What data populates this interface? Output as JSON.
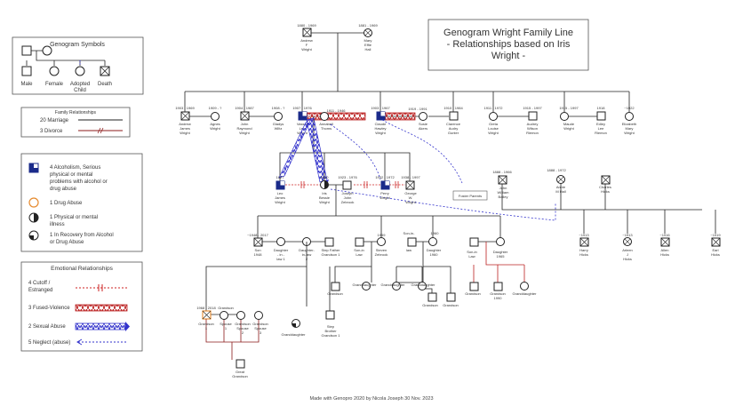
{
  "title": [
    "Genogram Wright Family Line",
    "- Relationships based on Iris",
    "Wright -"
  ],
  "footer": "Made with Genopro 2020 by Nicola Joseph 30 Nov. 2023",
  "legend_symbols": {
    "heading": "Genogram Symbols",
    "male": "Male",
    "female": "Female",
    "adopted": "Adopted",
    "child": "Child",
    "death": "Death"
  },
  "legend_family": {
    "heading": "Family Relationships",
    "marriage": "20 Marriage",
    "divorce": "3 Divorce"
  },
  "legend_health": {
    "alcohol": [
      "4 Alcoholism, Serious",
      "physical or mental",
      "problems with alcohol or",
      "drug abuse"
    ],
    "drug": [
      "1 Drug Abuse"
    ],
    "physical": [
      "1 Physical or mental",
      "illness"
    ],
    "recovery": [
      "1 In Recovery from Alcohol",
      "or Drug Abuse"
    ]
  },
  "legend_emotional": {
    "heading": "Emotional Relationships",
    "cutoff": [
      "4 Cutoff /",
      "Estranged"
    ],
    "fused": "3 Fused-Violence",
    "sexual": "2 Sexual Abuse",
    "neglect": "5 Neglect (abuse)"
  },
  "foster_parents": "Foster Parents",
  "people": {
    "andrew_f": [
      "1880 - 1969",
      "Andrew",
      "F",
      "Wright"
    ],
    "mary_e": [
      "1881 - 1969",
      "Mary",
      "Effie",
      "Hall"
    ],
    "andrew_j": [
      "1903 - 1969",
      "Andrew",
      "James",
      "Wright"
    ],
    "agnes": [
      "1909 - ?",
      "Agnes",
      "Wright"
    ],
    "john_r": [
      "1904 - 1987",
      "John",
      "Raymond",
      "Wright"
    ],
    "gladys": [
      "1908 - ?",
      "Gladys",
      "Wiltz"
    ],
    "vassar": [
      "1907 - 1976",
      "Vassar",
      "Leo",
      "Wright"
    ],
    "annabell": [
      "1911 - 1946",
      "Annabell",
      "Thoms"
    ],
    "claude": [
      "1903 - 1967",
      "Claude",
      "Hawley",
      "Wright"
    ],
    "susie": [
      "1919 - 1991",
      "Susie",
      "Akers"
    ],
    "clarence": [
      "1910 - 1984",
      "Clarence",
      "Audry",
      "Gunter"
    ],
    "greta": [
      "1911 - 1972",
      "Greta",
      "Louise",
      "Wright"
    ],
    "audrey": [
      "1915 - 1997",
      "Audrey",
      "Wilson",
      "Riemon"
    ],
    "maude": [
      "1915 - 1997",
      "Maude",
      "Wright"
    ],
    "edley": [
      "1918",
      "Edley",
      "Lee",
      "Riemon"
    ],
    "elizabeth": [
      "~1922",
      "Elizabeth",
      "Mary",
      "Wright"
    ],
    "leo": [
      "1927",
      "Leo",
      "James",
      "Wright"
    ],
    "iris": [
      "1930",
      "Iris",
      "Bessie",
      "Wright"
    ],
    "joseph": [
      "1923 - 1976",
      "Joseph",
      "John",
      "Zebrook"
    ],
    "perry": [
      "1932 - 1972",
      "Perry",
      "Wright"
    ],
    "george": [
      "1938 - 1997",
      "George",
      "W.",
      "Wright"
    ],
    "john_w": [
      "1888 - 1966",
      "John",
      "William",
      "Bailey"
    ],
    "annie": [
      "1888 - 1972",
      "Annie",
      "M Hall"
    ],
    "charles": [
      "Charles",
      "Hicks"
    ],
    "son": [
      "~1948 - 2017",
      "Son",
      "1948"
    ],
    "dil1": [
      "Daughter",
      "- in -",
      "law 1"
    ],
    "dil2": [
      "Daughter-",
      "in-law",
      "2"
    ],
    "stepfather": [
      "Step Father",
      "Grandson 1"
    ],
    "soninlaw": [
      "Son-in",
      "Law"
    ],
    "steven": [
      "1959",
      "Steven",
      "Zebrook"
    ],
    "soninlaw2": [
      "Son-in-",
      "law"
    ],
    "daughter1960": [
      "1960",
      "Daughter",
      "1960"
    ],
    "soninlaw3": [
      "Son-in",
      "Law"
    ],
    "daughter1965": [
      "Daughter",
      "1965"
    ],
    "harry": [
      "~1913",
      "Harry",
      "Hicks"
    ],
    "arleen": [
      "~1913",
      "Arleen",
      "J",
      "Hicks"
    ],
    "allen": [
      "~1916",
      "Allen",
      "Hicks"
    ],
    "earl": [
      "~1919",
      "Earl",
      "Hicks"
    ],
    "grandson1": [
      "1968 - 2018",
      "Grandson",
      "1"
    ],
    "spouse1": [
      "Grandson",
      "Spouse",
      "1"
    ],
    "spouse2": [
      "Grandson",
      "Spouse",
      "2"
    ],
    "spouse3": [
      "Grandson",
      "Spouse",
      "3"
    ],
    "granddaughter_a": [
      "Granddaughter"
    ],
    "stepbrother": [
      "Step",
      "Brother",
      "Grandson 1"
    ],
    "great_grandson": [
      "Great",
      "Grandson"
    ],
    "g_row3": [
      "Grandson",
      "Granddaughter",
      "Granddaughter",
      "Granddaughter",
      "Granddaughter",
      "Grandson",
      "Grandson",
      "Grandson",
      "Grandson",
      "Granddaughter"
    ],
    "grandson_1990": [
      "Grandson",
      "1990"
    ]
  }
}
